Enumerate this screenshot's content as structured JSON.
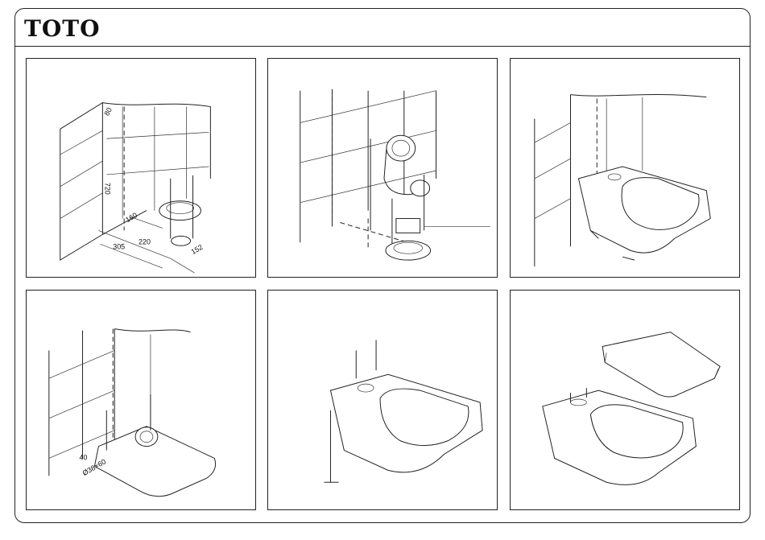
{
  "brand": {
    "logo": "TOTO"
  },
  "panels": [
    {
      "id": "step-1",
      "dimensions": {
        "d80": "80",
        "d720": "720",
        "d160": "160",
        "d220": "220",
        "d305": "305",
        "d152": "152"
      }
    },
    {
      "id": "step-2"
    },
    {
      "id": "step-3"
    },
    {
      "id": "step-4",
      "dimensions": {
        "d40": "40",
        "pipe": "Ø38×60"
      }
    },
    {
      "id": "step-5"
    },
    {
      "id": "step-6"
    }
  ]
}
